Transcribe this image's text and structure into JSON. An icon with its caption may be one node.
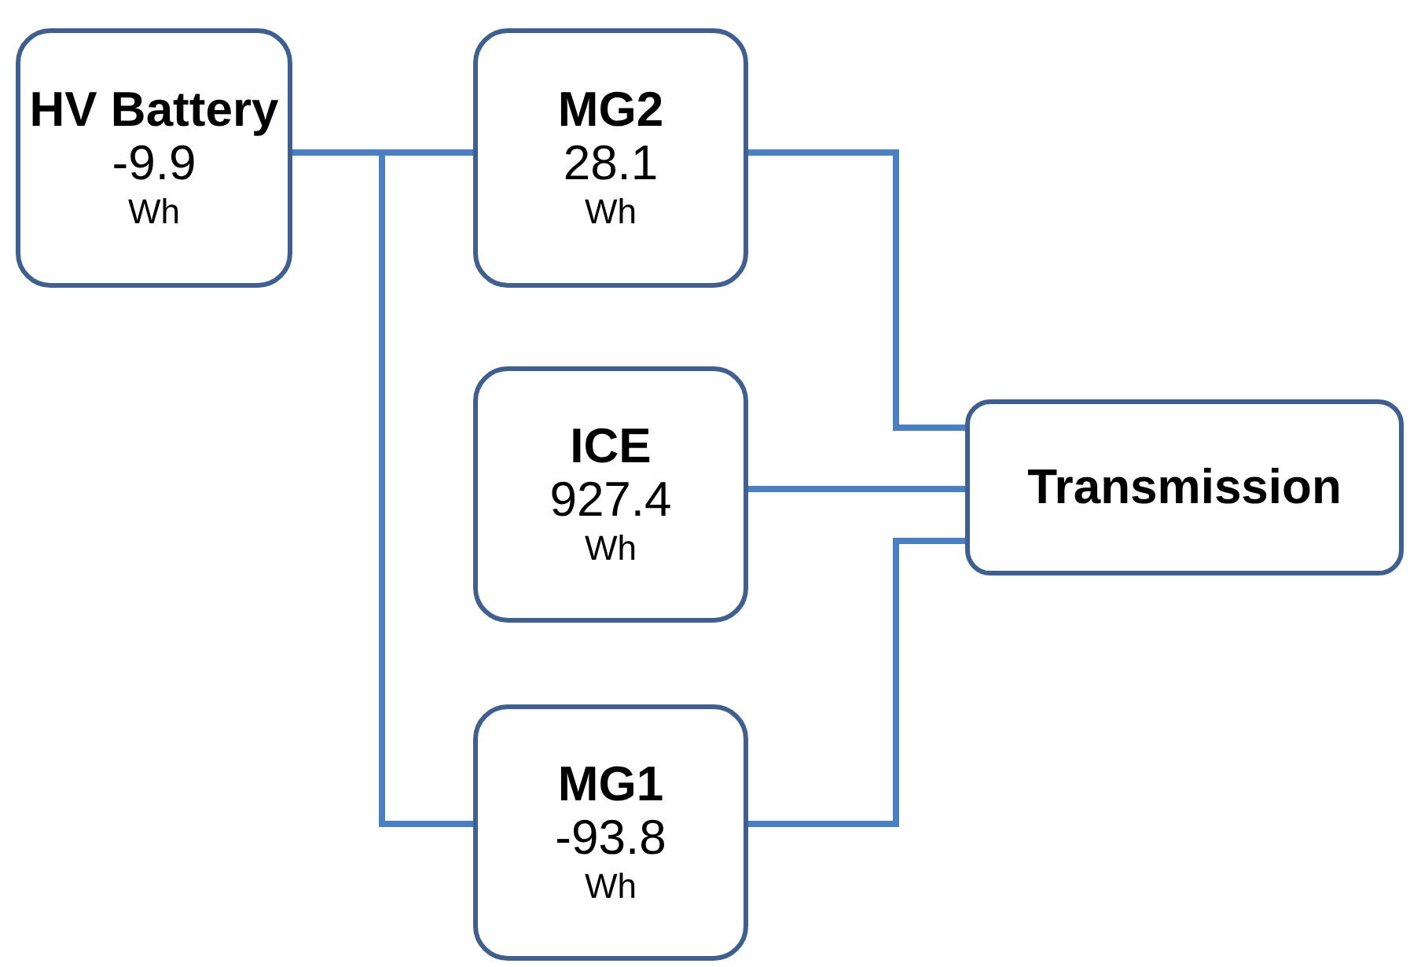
{
  "diagram": {
    "nodes": [
      {
        "text": [
          "HV Battery",
          "-9.9",
          "Wh"
        ]
      },
      {
        "text": [
          "MG2",
          "28.1",
          "Wh"
        ]
      },
      {
        "text": [
          "ICE",
          "927.4",
          "Wh"
        ]
      },
      {
        "text": [
          "MG1",
          "-93.8",
          "Wh"
        ]
      },
      {
        "text": [
          "Transmission"
        ]
      }
    ],
    "edges": [
      {
        "from": 0,
        "to": 1,
        "arrow": "none"
      },
      {
        "from": 0,
        "to": 3,
        "arrow": "none"
      },
      {
        "from": 1,
        "to": 4,
        "arrow": "none"
      },
      {
        "from": 2,
        "to": 4,
        "arrow": "none"
      },
      {
        "from": 3,
        "to": 4,
        "arrow": "none"
      }
    ]
  }
}
